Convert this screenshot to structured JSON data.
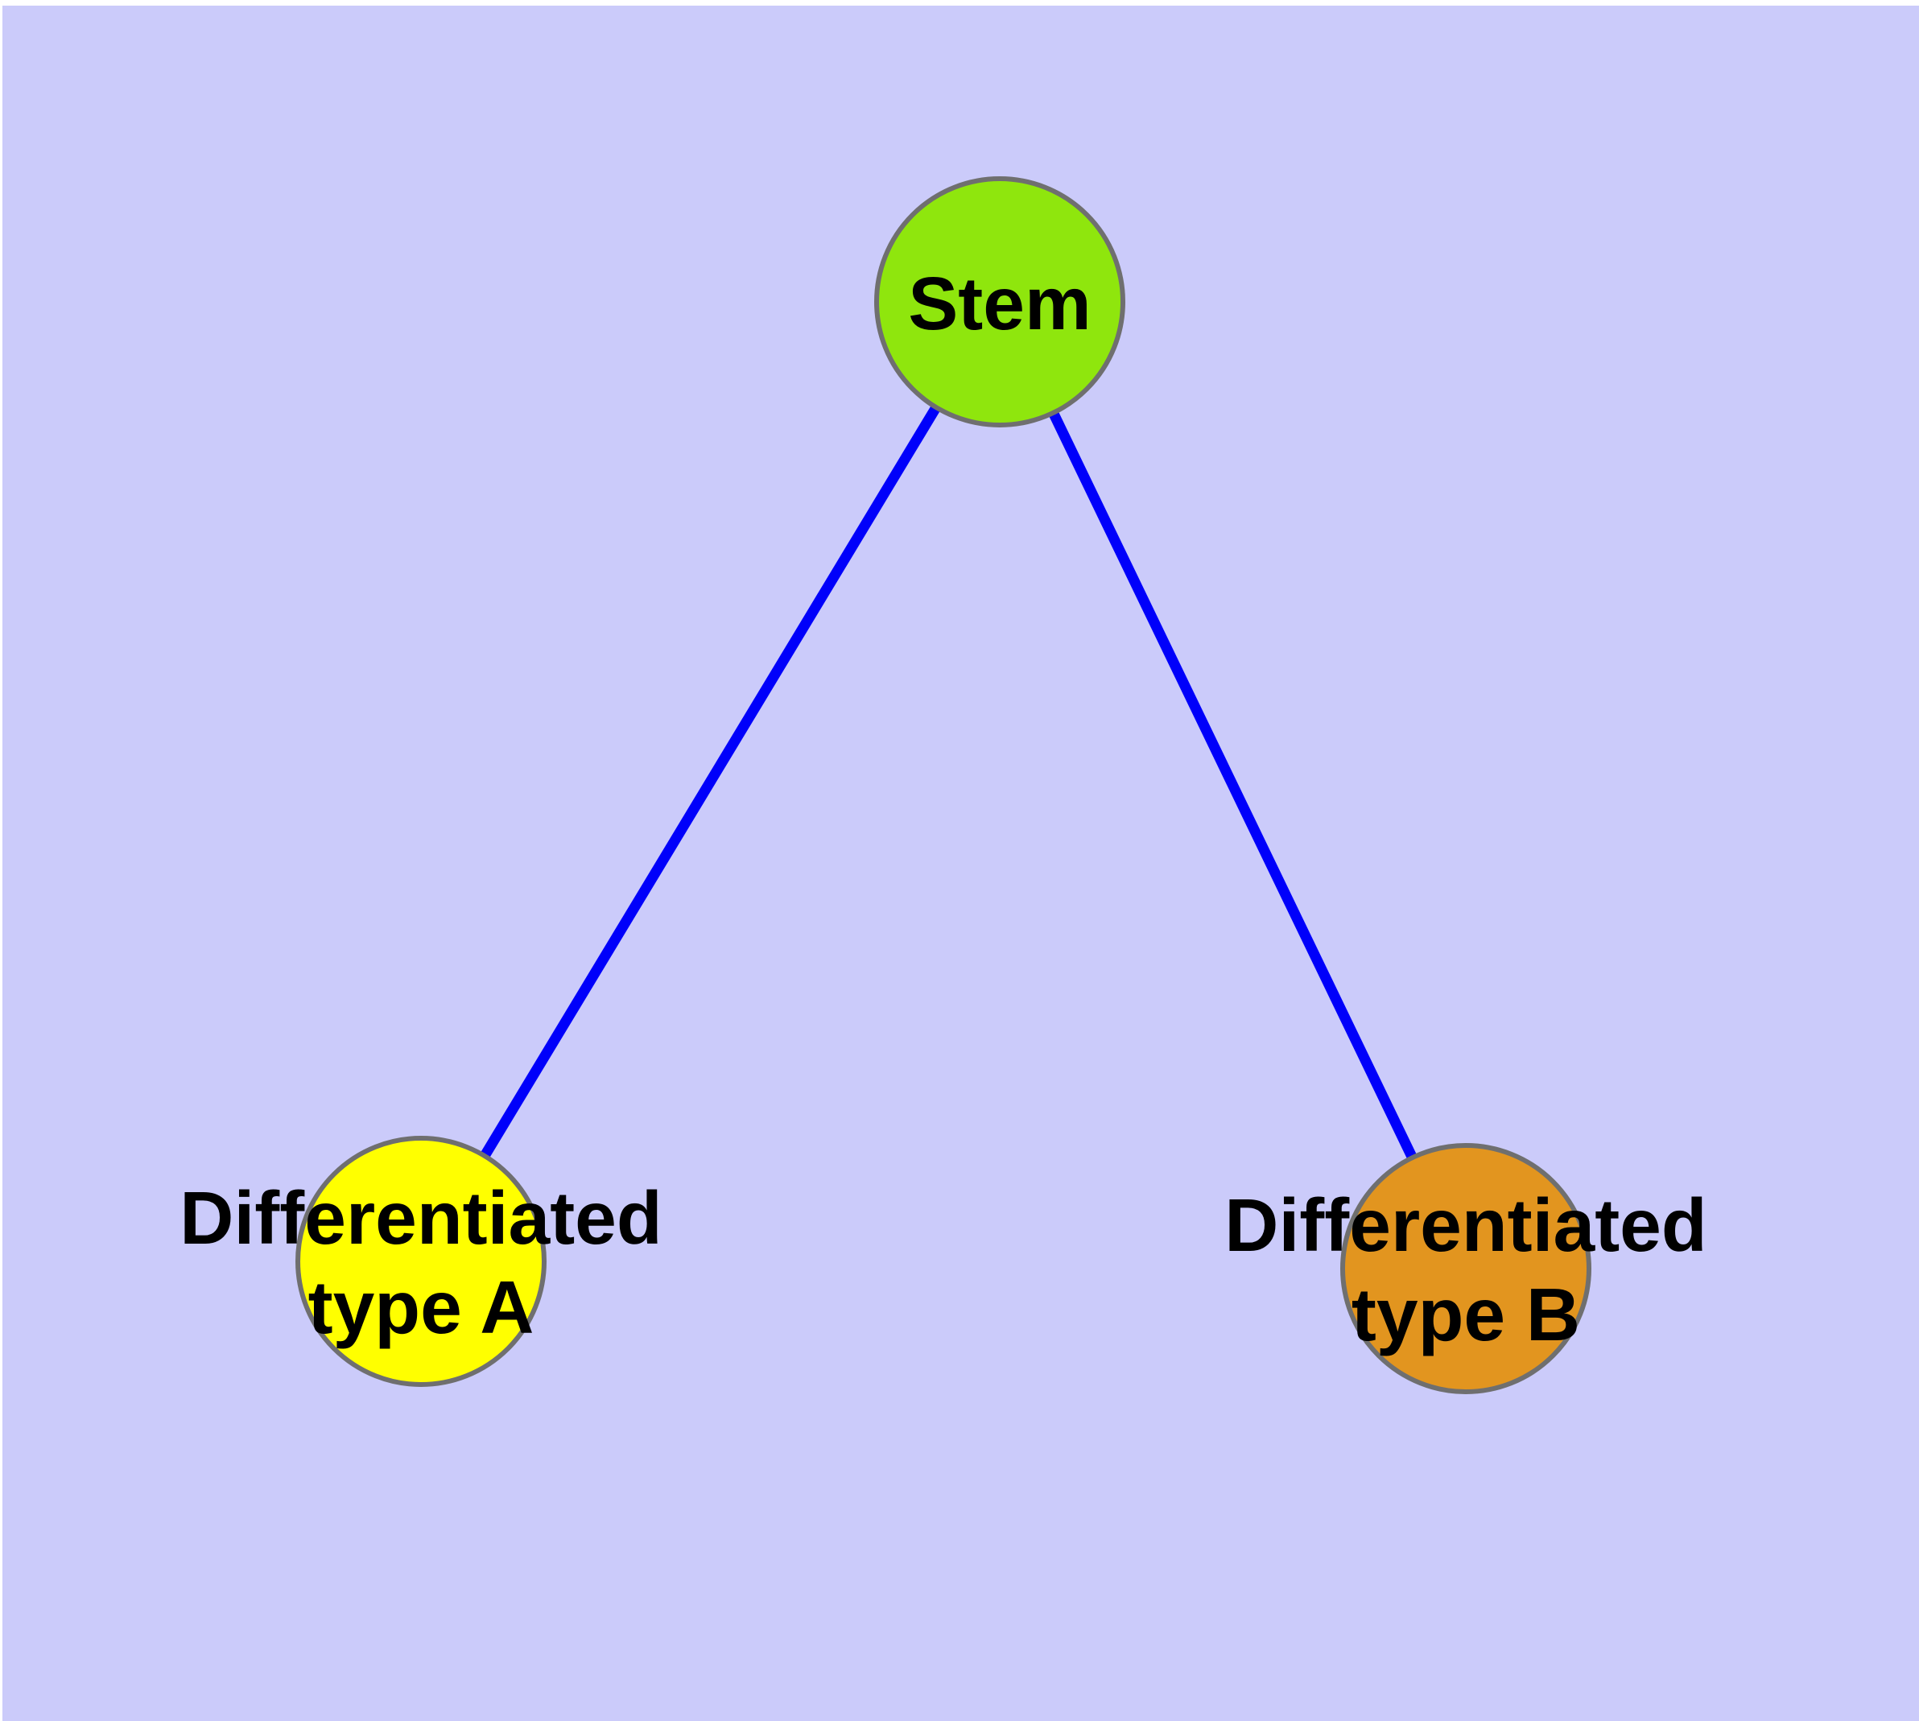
{
  "figure": {
    "page_background": "#ffffff",
    "plot_background": "#cbcbfa"
  },
  "nodes": [
    {
      "id": "stem",
      "label": "Stem",
      "fill": "#8fe60d",
      "border_color": "#6f6f6f"
    },
    {
      "id": "differentiated-type-a",
      "label_line1": "Differentiated",
      "label_line2": "type A",
      "fill": "#ffff00",
      "border_color": "#6f6f6f"
    },
    {
      "id": "differentiated-type-b",
      "label_line1": "Differentiated",
      "label_line2": "type B",
      "fill": "#e2951f",
      "border_color": "#6f6f6f"
    }
  ],
  "edges": [
    {
      "from": "stem",
      "to": "differentiated-type-a",
      "color": "#0000fa"
    },
    {
      "from": "stem",
      "to": "differentiated-type-b",
      "color": "#0000fa"
    }
  ]
}
